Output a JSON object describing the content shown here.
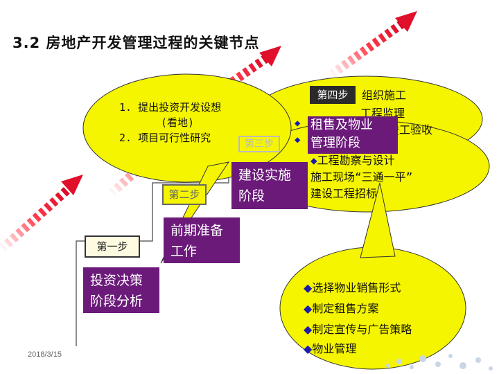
{
  "title": "3.2 房地产开发管理过程的关键节点",
  "step1": {
    "label": "第一步",
    "stage": [
      "投资决策",
      "阶段分析"
    ]
  },
  "step2": {
    "label": "第二步",
    "stage": [
      "前期准备",
      "工作"
    ],
    "items": [
      "1. 提出投资开发设想",
      "(看地)",
      "2. 项目可行性研究"
    ]
  },
  "step3": {
    "label": "第三步",
    "stage": [
      "建设实施",
      "阶段"
    ],
    "items": [
      "工程勘察与设计",
      "施工现场“三通一平”",
      "建设工程招标"
    ]
  },
  "step4": {
    "label": "第四步",
    "stage": [
      "租售及物业",
      "管理阶段"
    ],
    "items": [
      "组织施工",
      "工程监理",
      "竣工验收"
    ],
    "bottom_items": [
      "选择物业销售形式",
      "制定租售方案",
      "制定宣传与广告策略",
      "物业管理"
    ]
  },
  "footer": {
    "date": "2018/3/15"
  },
  "colors": {
    "callout": "#f5f500",
    "stage": "#6b1a7a",
    "arrow": "#e0102a"
  }
}
